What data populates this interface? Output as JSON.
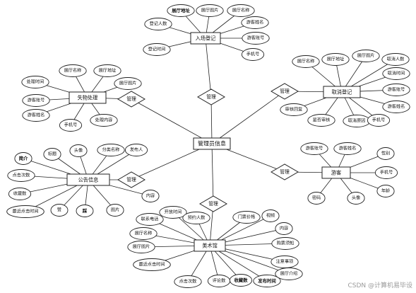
{
  "watermark": "CSDN @计算机易毕设",
  "relationship_label": "管理",
  "center": {
    "label": "管理员信息"
  },
  "entities": {
    "checkin": {
      "label": "入场登记",
      "attrs": [
        "展厅地址",
        "展厅图片",
        "展厅名称",
        "登记人数",
        "游客姓名",
        "游客账号",
        "登记时间",
        "手机号"
      ]
    },
    "cancel": {
      "label": "取消登记",
      "attrs": [
        "展厅名称",
        "展厅地址",
        "展厅图片",
        "取消人数",
        "取消时间",
        "游客账号",
        "审核回复",
        "游客姓名",
        "是否审核",
        "取消原因",
        "手机号"
      ]
    },
    "lost": {
      "label": "失物处理",
      "attrs": [
        "处理时间",
        "展厅名称",
        "展厅地址",
        "展厅图片",
        "游客账号",
        "游客姓名",
        "手机号",
        "处理内容"
      ]
    },
    "notice": {
      "label": "公告信息",
      "attrs": [
        "简介",
        "标题",
        "头像",
        "分类名称",
        "发布人",
        "点击次数",
        "收藏数",
        "内容",
        "最近点击时间",
        "赞",
        "踩",
        "图片"
      ]
    },
    "visitor": {
      "label": "游客",
      "attrs": [
        "游客账号",
        "游客姓名",
        "性别",
        "手机号",
        "年龄",
        "密码",
        "头像"
      ]
    },
    "museum": {
      "label": "美术馆",
      "attrs": [
        "开放时间",
        "联系电话",
        "预约人数",
        "门票价格",
        "视频",
        "内容",
        "展厅名称",
        "购票须知",
        "展厅图片",
        "注意事项",
        "最近点击时间",
        "点击次数",
        "评论数",
        "收藏数",
        "发布时间",
        "展厅介绍"
      ]
    }
  }
}
